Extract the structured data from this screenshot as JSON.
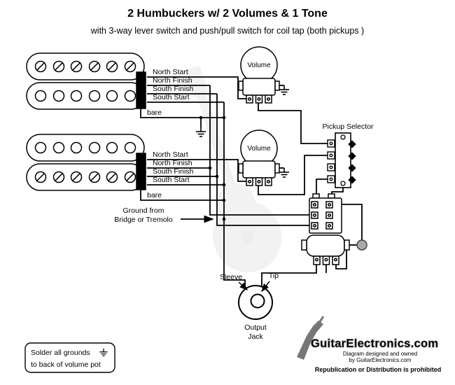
{
  "title": "2 Humbuckers w/ 2 Volumes & 1 Tone",
  "subtitle": "with 3-way lever switch and push/pull switch for coil tap (both pickups )",
  "pickup1": {
    "wire_labels": [
      "North Start",
      "North Finish",
      "South Finish",
      "South Start"
    ],
    "bare_label": "bare"
  },
  "pickup2": {
    "wire_labels": [
      "North Start",
      "North Finish",
      "South Finish",
      "South Start"
    ],
    "bare_label": "bare"
  },
  "volume_pot_1": {
    "label": "Volume"
  },
  "volume_pot_2": {
    "label": "Volume"
  },
  "selector": {
    "label": "Pickup Selector"
  },
  "ground_note": {
    "line1": "Ground from",
    "line2": "Bridge or Tremolo"
  },
  "jack": {
    "sleeve_label": "Sleeve",
    "tip_label": "Tip",
    "caption_line1": "Output",
    "caption_line2": "Jack"
  },
  "note_box": {
    "line1": "Solder all grounds",
    "line2": "to back of volume pot"
  },
  "logo": {
    "brand": "GuitarElectronics.com",
    "credit_line1": "Diagram designed and owned",
    "credit_line2": "by GuitarElectronics.com",
    "notice": "Republication or Distribution is prohibited"
  },
  "colors": {
    "wire": "#000000",
    "credit_red": "#cc2222",
    "logo_gray": "#b3b3b3",
    "notice_black": "#111111"
  }
}
